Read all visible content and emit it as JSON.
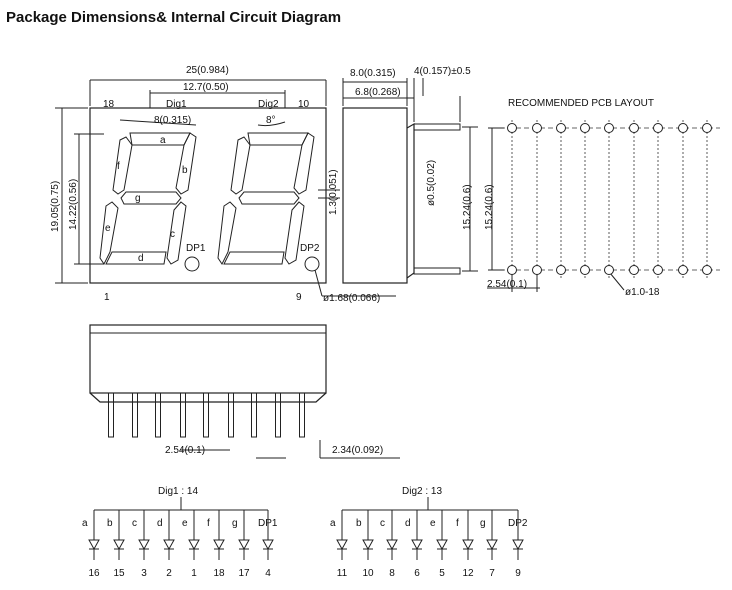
{
  "title": "Package Dimensions& Internal Circuit Diagram",
  "front": {
    "width_label": "25(0.984)",
    "pitch_label": "12.7(0.50)",
    "pin18": "18",
    "pin10": "10",
    "pin1": "1",
    "pin9": "9",
    "dig1": "Dig1",
    "dig2": "Dig2",
    "digit_width": "8(0.315)",
    "slant": "8°",
    "height_label": "19.05(0.75)",
    "digit_height": "14.22(0.56)",
    "seg_label": "1.3(0.051)",
    "dp1": "DP1",
    "dp2": "DP2",
    "dp_diameter": "ø1.68(0.066)",
    "segments": [
      "a",
      "b",
      "c",
      "d",
      "e",
      "f",
      "g"
    ]
  },
  "side": {
    "depth1": "8.0(0.315)",
    "depth2": "6.8(0.268)",
    "lead_len": "4(0.157)±0.5",
    "lead_dia": "ø0.5(0.02)",
    "row_span": "15.24(0.6)"
  },
  "pcb": {
    "title": "RECOMMENDED PCB LAYOUT",
    "row_span": "15.24(0.6)",
    "pitch": "2.54(0.1)",
    "hole": "ø1.0-18"
  },
  "bottom": {
    "pitch": "2.54(0.1)",
    "offset": "2.34(0.092)"
  },
  "circuit1": {
    "common": "Dig1 : 14",
    "labels": [
      "a",
      "b",
      "c",
      "d",
      "e",
      "f",
      "g",
      "DP1"
    ],
    "pins": [
      "16",
      "15",
      "3",
      "2",
      "1",
      "18",
      "17",
      "4"
    ]
  },
  "circuit2": {
    "common": "Dig2 : 13",
    "labels": [
      "a",
      "b",
      "c",
      "d",
      "e",
      "f",
      "g",
      "DP2"
    ],
    "pins": [
      "11",
      "10",
      "8",
      "6",
      "5",
      "12",
      "7",
      "9"
    ]
  }
}
